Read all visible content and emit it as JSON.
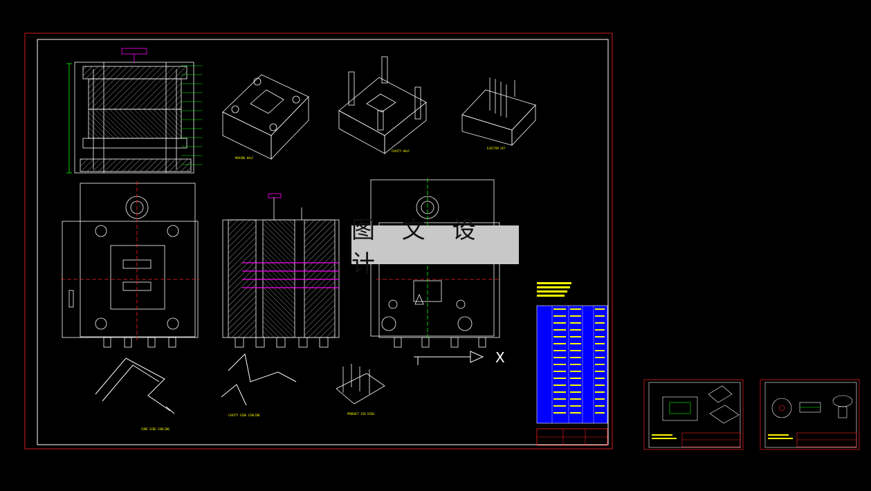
{
  "watermark": "图 文 设 计",
  "view_captions": {
    "iso_1": "MOVING HALF",
    "iso_2": "CAVITY HALF",
    "iso_3": "EJECTOR SET",
    "cooling_1": "CORE SIDE COOLING",
    "cooling_2": "CAVITY SIDE COOLING",
    "iso_4": "PRODUCT ISO VIEW"
  },
  "axis_label": "X",
  "colors": {
    "border_red": "#b01818",
    "line_white": "#ffffff",
    "line_green": "#00ff00",
    "line_yellow": "#ffff00",
    "line_magenta": "#ff00ff",
    "table_blue": "#0000ff"
  }
}
